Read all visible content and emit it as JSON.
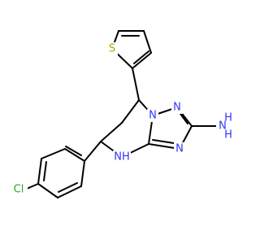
{
  "molecule": {
    "colors": {
      "carbon_bond": "#000000",
      "nitrogen": "#3333ff",
      "sulfur": "#b8a300",
      "chlorine": "#22aa22",
      "background": "#ffffff"
    },
    "atoms": {
      "S": "S",
      "NN": "N",
      "N2": "N",
      "N3": "N",
      "NH_ring": "NH",
      "NH2_N": "N",
      "NH2_H1": "H",
      "NH2_H2": "H",
      "Cl": "Cl"
    }
  }
}
